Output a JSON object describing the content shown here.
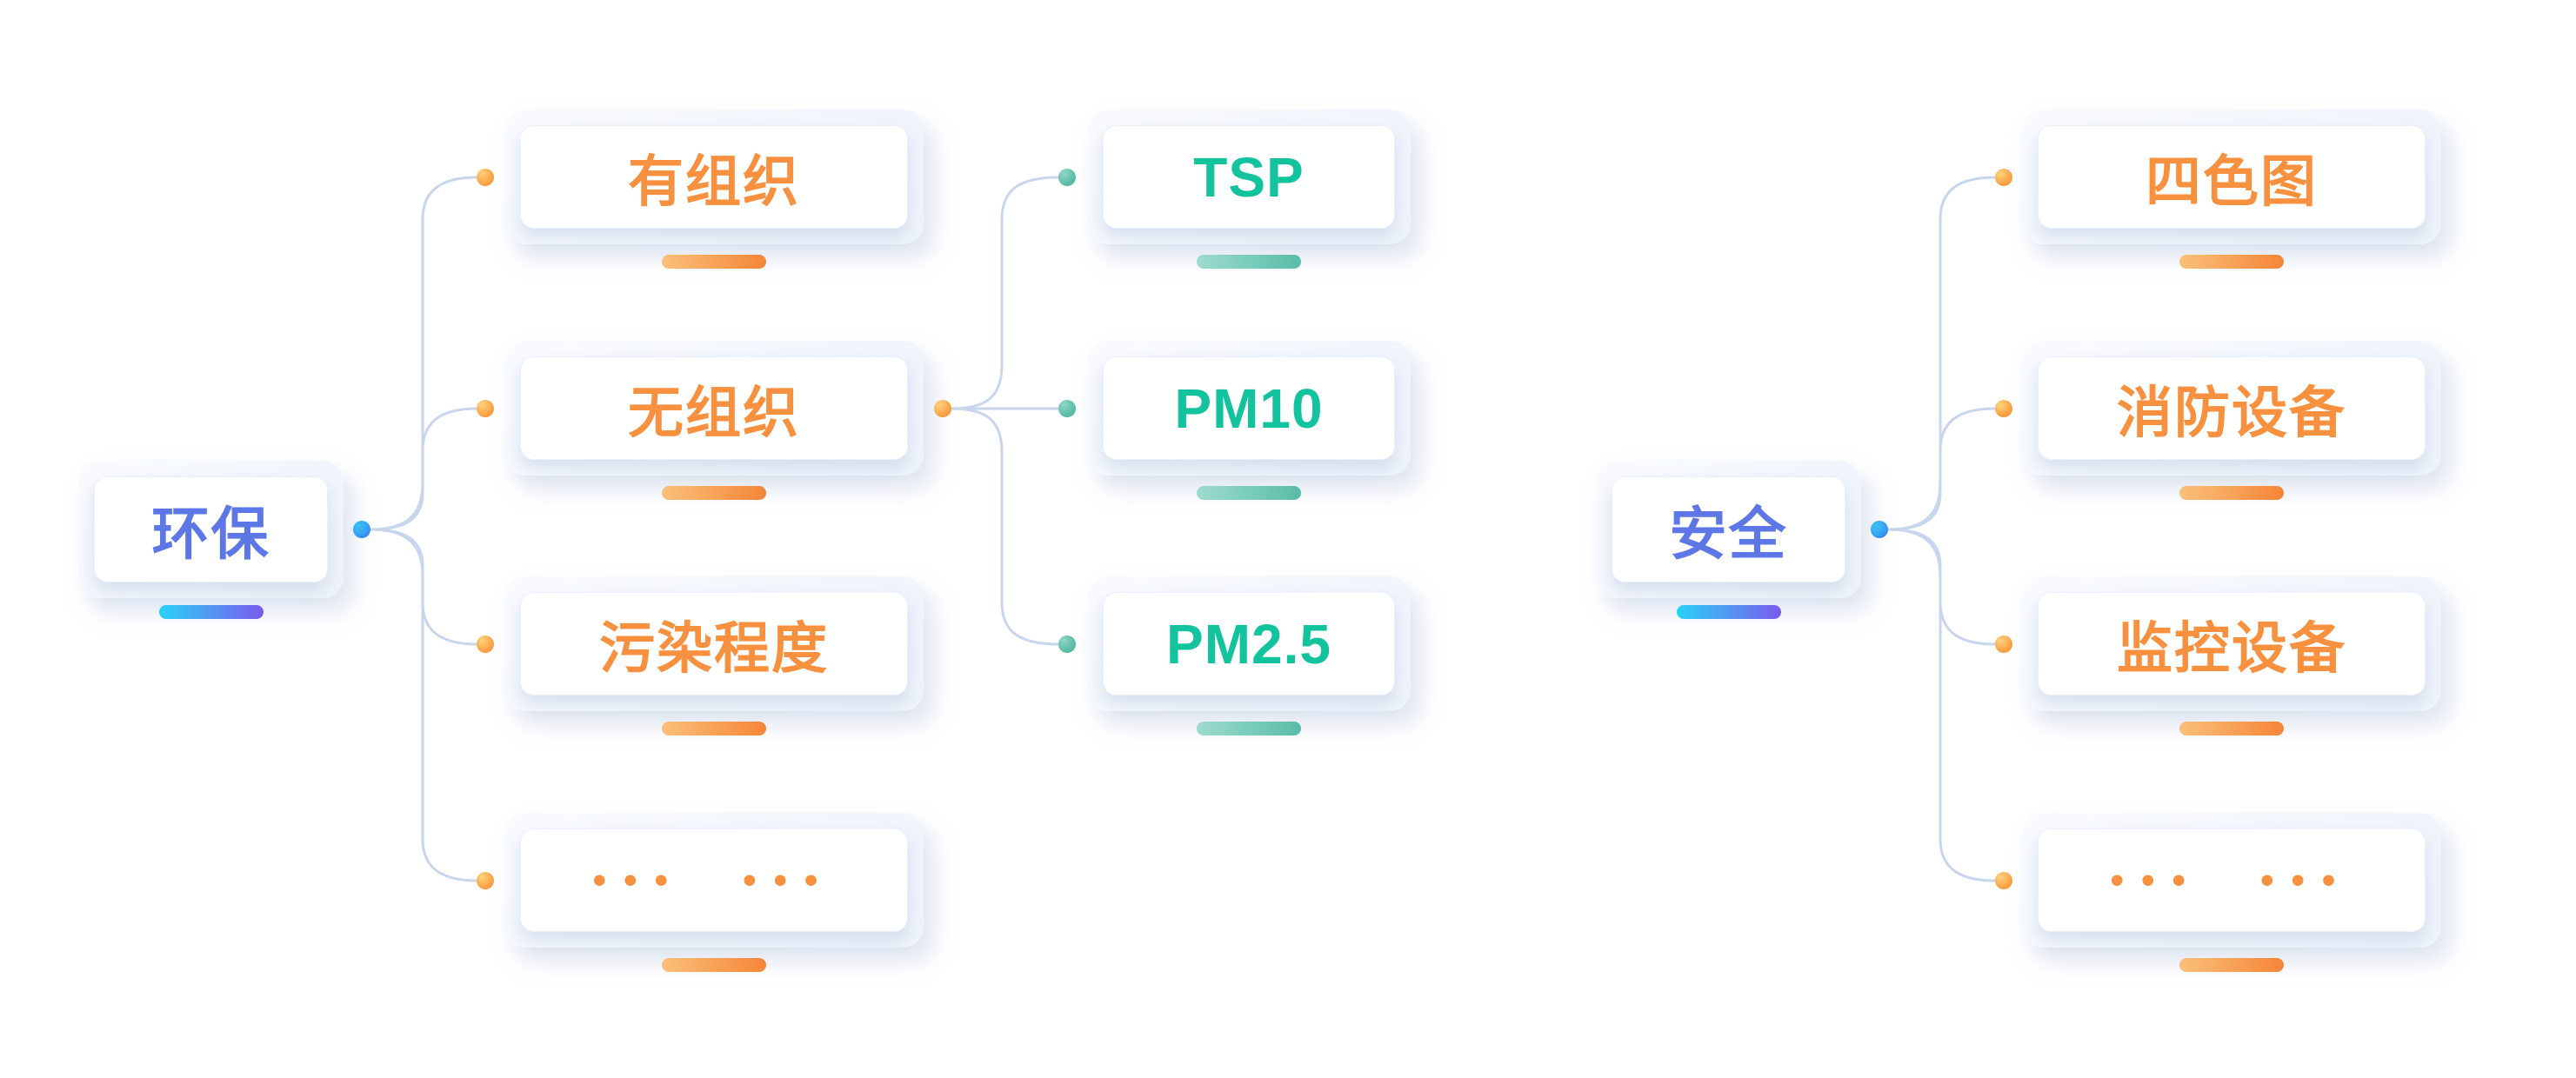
{
  "diagram": {
    "type": "mindmap",
    "background": "#ffffff",
    "connector_color": "#c7d5ed",
    "palette": {
      "root_text": "#5e77e6",
      "branch_text": "#f8913f",
      "leaf_text": "#12c39e",
      "root_bar": [
        "#29d2f7",
        "#7b5bee"
      ],
      "branch_bar": [
        "#fac07a",
        "#f58537"
      ],
      "leaf_bar": [
        "#9edbcd",
        "#58bda8"
      ],
      "root_dot": [
        "#3ec0f5",
        "#3b6ff0"
      ],
      "branch_dot": [
        "#ffd27e",
        "#f6872f"
      ],
      "leaf_dot": [
        "#8fd6c6",
        "#45b29a"
      ]
    }
  },
  "trees": [
    {
      "root": {
        "label": "环保"
      },
      "children": [
        {
          "label": "有组织"
        },
        {
          "label": "无组织",
          "children": [
            {
              "label": "TSP"
            },
            {
              "label": "PM10"
            },
            {
              "label": "PM2.5"
            }
          ]
        },
        {
          "label": "污染程度"
        },
        {
          "label": "••• •••"
        }
      ]
    },
    {
      "root": {
        "label": "安全"
      },
      "children": [
        {
          "label": "四色图"
        },
        {
          "label": "消防设备"
        },
        {
          "label": "监控设备"
        },
        {
          "label": "••• •••"
        }
      ]
    }
  ]
}
